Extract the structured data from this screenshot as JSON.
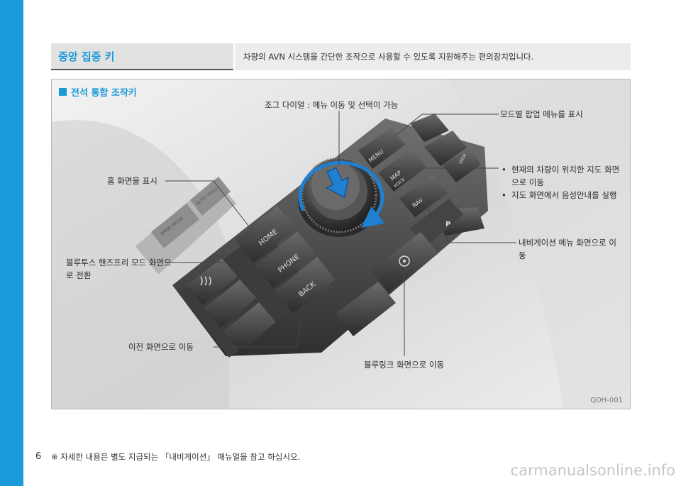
{
  "header": {
    "title": "중앙 집중 키",
    "description": "차량의 AVN 시스템을 간단한 조작으로 사용할 수 있도록 지원해주는 편의장치입니다."
  },
  "section": {
    "heading": "전석 통합 조작키"
  },
  "callouts": {
    "jog_dial": "조그 다이얼 : 메뉴 이동 및 선택이 가능",
    "mode_popup": "모드별 팝업 메뉴를 표시",
    "home": "홈 화면을 표시",
    "map_bullets": [
      "현재의 차량이 위치한 지도 화면으로 이동",
      "지도 화면에서 음성안내를 실행"
    ],
    "nav": "내비게이션 메뉴 화면으로 이동",
    "phone": "블루투스 핸즈프리 모드 화면으로 전환",
    "back": "이전 화면으로 이동",
    "bluelink": "블루링크 화면으로 이동"
  },
  "keys": {
    "home": "HOME",
    "phone": "PHONE",
    "back": "BACK",
    "menu": "MENU",
    "map": "MAP",
    "voice": "VOICE",
    "nav": "NAV",
    "view": "VIEW",
    "drive_mode": "DRIVE MODE",
    "auto_hold": "AUTO HOLD",
    "p": "P"
  },
  "figure_code": "QDH-001",
  "footer": {
    "page_number": "6",
    "note": "※ 자세한 내용은 별도 지급되는 「내비게이션」 매뉴얼을 참고 하십시오."
  },
  "watermark": "carmanualsonline.info",
  "colors": {
    "accent": "#1a9ad9",
    "arrow_blue": "#1f7fd0"
  }
}
